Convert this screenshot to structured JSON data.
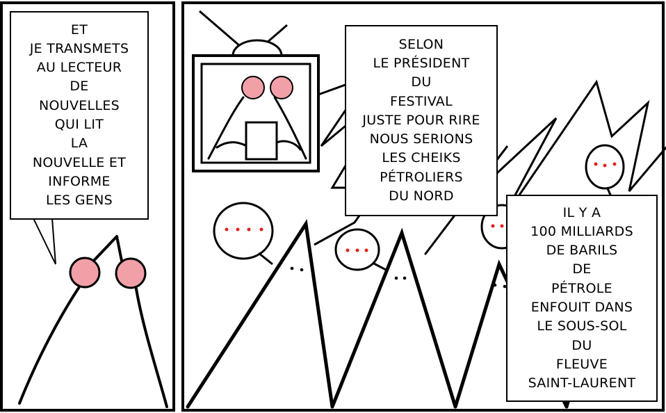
{
  "captions": {
    "left": {
      "lines": [
        "ET",
        "JE TRANSMETS",
        "AU LECTEUR",
        "DE",
        "NOUVELLES",
        "QUI LIT",
        "LA",
        "NOUVELLE ET",
        "INFORME",
        "LES GENS"
      ]
    },
    "center": {
      "lines": [
        "SELON",
        "LE PRÉSIDENT",
        "DU",
        "FESTIVAL",
        "JUSTE POUR RIRE",
        "NOUS SERIONS",
        "LES CHEIKS",
        "PÉTROLIERS",
        "DU NORD"
      ]
    },
    "right": {
      "lines": [
        "IL Y A",
        "100 MILLIARDS",
        "DE BARILS",
        "DE",
        "PÉTROLE",
        "ENFOUIT DANS",
        "LE SOUS-SOL",
        "DU",
        "FLEUVE",
        "SAINT-LAURENT"
      ]
    }
  },
  "colors": {
    "ink": "#000000",
    "eye_pink": "#f2a0a8",
    "dot_red": "#e0221c",
    "paper": "#ffffff"
  }
}
